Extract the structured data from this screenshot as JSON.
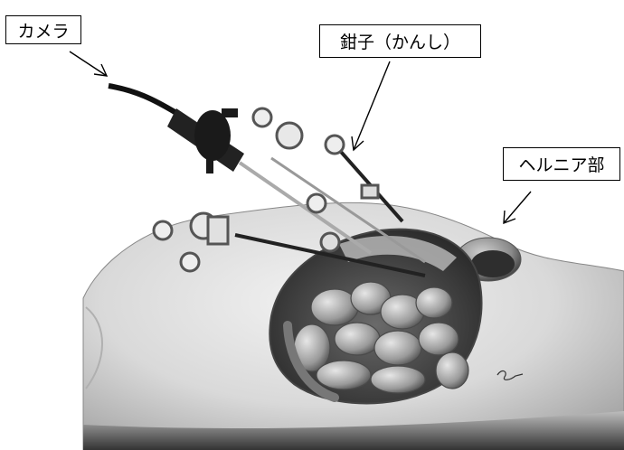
{
  "labels": {
    "camera": "カメラ",
    "forceps": "鉗子（かんし）",
    "hernia": "ヘルニア部"
  }
}
